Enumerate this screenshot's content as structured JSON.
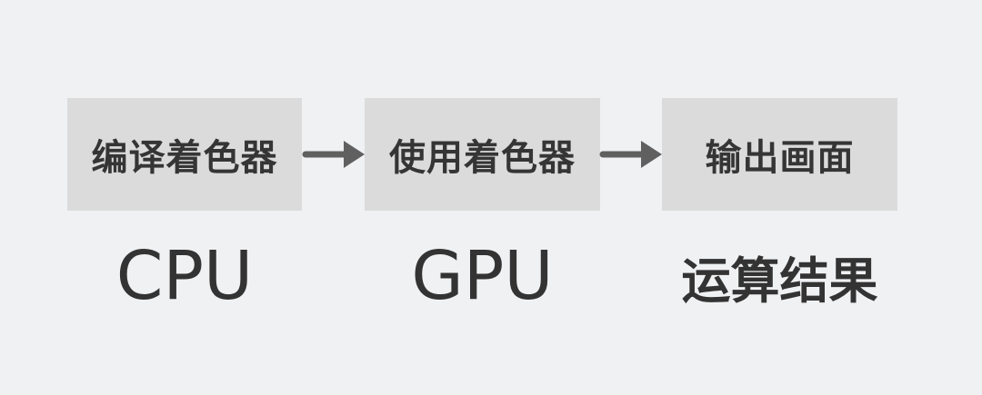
{
  "diagram": {
    "type": "flow",
    "direction": "left-to-right",
    "steps": [
      {
        "label": "编译着色器",
        "caption": "CPU"
      },
      {
        "label": "使用着色器",
        "caption": "GPU"
      },
      {
        "label": "输出画面",
        "caption": "运算结果"
      }
    ],
    "connectors": [
      {
        "from": 0,
        "to": 1,
        "icon": "arrow-right-icon"
      },
      {
        "from": 1,
        "to": 2,
        "icon": "arrow-right-icon"
      }
    ],
    "colors": {
      "background": "#f0f1f3",
      "box": "#dbdbdb",
      "text": "#333333",
      "arrow": "#606060"
    }
  }
}
